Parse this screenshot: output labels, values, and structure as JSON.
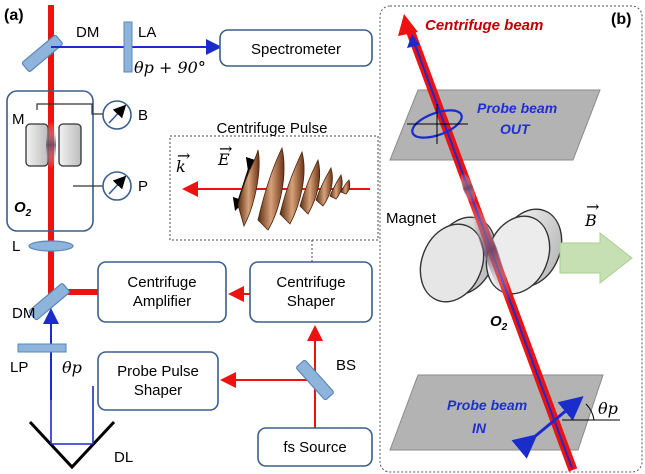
{
  "panel_a": {
    "label": "(a)",
    "boxes": {
      "spectrometer": "Spectrometer",
      "centrifuge_amplifier": [
        "Centrifuge",
        "Amplifier"
      ],
      "centrifuge_shaper": [
        "Centrifuge",
        "Shaper"
      ],
      "probe_pulse_shaper": [
        "Probe Pulse",
        "Shaper"
      ],
      "fs_source": "fs Source"
    },
    "labels": {
      "dm_top": "DM",
      "la": "LA",
      "theta_p_90": "θp + 90°",
      "m": "M",
      "b": "B",
      "p": "P",
      "o2": "O2",
      "l": "L",
      "dm_bottom": "DM",
      "lp": "LP",
      "theta_p": "θp",
      "dl": "DL",
      "bs": "BS"
    },
    "inset": {
      "title": "Centrifuge Pulse",
      "k": "k",
      "e": "E"
    }
  },
  "panel_b": {
    "label": "(b)",
    "centrifuge_beam": "Centrifuge beam",
    "probe_out": [
      "Probe beam",
      "OUT"
    ],
    "probe_in": [
      "Probe beam",
      "IN"
    ],
    "magnet": "Magnet",
    "b_vec": "B",
    "o2": "O2",
    "theta_p": "θp"
  },
  "colors": {
    "red_beam": "#ee1111",
    "blue_beam": "#1a2ccc",
    "box_border": "#3a5f8c",
    "optic": "#8eb4dc",
    "gray_plane": "#b3b3b3",
    "b_arrow": "#c6e0b4"
  }
}
